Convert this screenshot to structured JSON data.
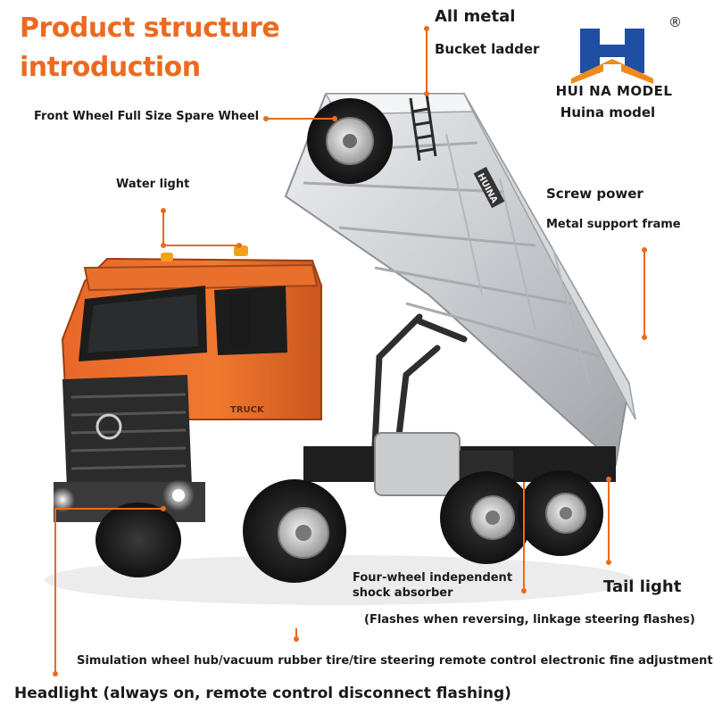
{
  "header": {
    "title_line1": "Product structure",
    "title_line2": "introduction"
  },
  "brand": {
    "name": "HUI NA MODEL",
    "subtitle": "Huina model",
    "registered_mark": "®"
  },
  "labels": {
    "all_metal": "All metal",
    "bucket_ladder": "Bucket ladder",
    "spare_wheel": "Front Wheel Full Size Spare Wheel",
    "water_light": "Water light",
    "screw_power": "Screw power",
    "metal_support_frame": "Metal support frame",
    "tail_light": "Tail light",
    "tail_light_note": "(Flashes when reversing, linkage steering flashes)",
    "shock_absorber_line1": "Four-wheel independent",
    "shock_absorber_line2": "shock absorber",
    "wheel_hub": "Simulation wheel hub/vacuum rubber tire/tire steering remote control electronic fine adjustment",
    "headlight": "Headlight (always on, remote control disconnect flashing)"
  },
  "truck_markings": {
    "brand_plate": "HUINA",
    "door_badge": "TRUCK"
  },
  "colors": {
    "accent_orange": "#ec6a1f",
    "text": "#1a1a1a",
    "logo_blue": "#1f4fa3",
    "logo_orange": "#f08a1c"
  }
}
